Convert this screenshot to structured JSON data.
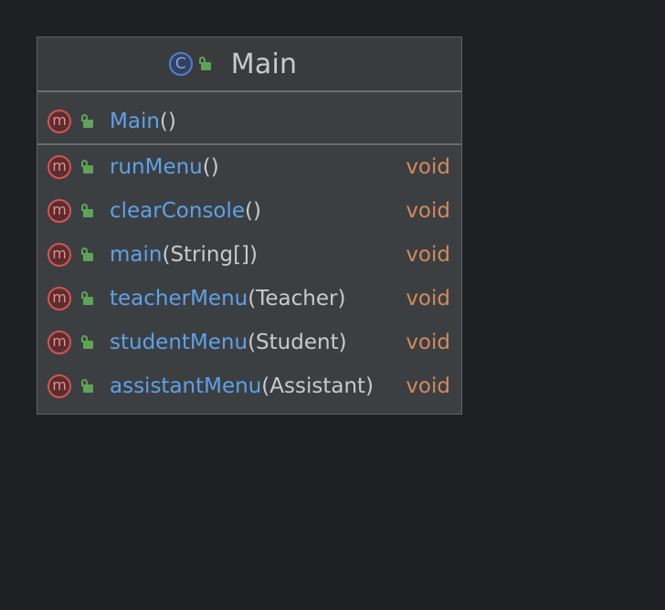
{
  "class": {
    "icon_letter": "C",
    "icon_name": "class-icon",
    "visibility_icon": "unlocked-lock-icon",
    "name": "Main"
  },
  "constructors": [
    {
      "icon_letter": "m",
      "name": "Main",
      "params": "()"
    }
  ],
  "methods": [
    {
      "icon_letter": "m",
      "name": "runMenu",
      "params": "()",
      "return_type": "void"
    },
    {
      "icon_letter": "m",
      "name": "clearConsole",
      "params": "()",
      "return_type": "void"
    },
    {
      "icon_letter": "m",
      "name": "main",
      "params": "(String[])",
      "return_type": "void"
    },
    {
      "icon_letter": "m",
      "name": "teacherMenu",
      "params": "(Teacher)",
      "return_type": "void"
    },
    {
      "icon_letter": "m",
      "name": "studentMenu",
      "params": "(Student)",
      "return_type": "void"
    },
    {
      "icon_letter": "m",
      "name": "assistantMenu",
      "params": "(Assistant)",
      "return_type": "void"
    }
  ],
  "colors": {
    "background": "#1f2023",
    "box": "#3c3f42",
    "method_name": "#5ea1e7",
    "return_type": "#d08a5d",
    "text": "#c8cacd",
    "method_icon": "#d65454",
    "class_icon": "#4f7fd6",
    "lock": "#5fa358"
  }
}
